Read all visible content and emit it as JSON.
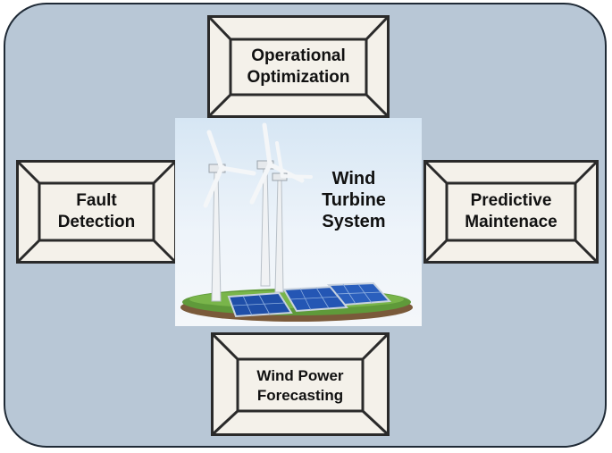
{
  "center": {
    "title_lines": [
      "Wind",
      "Turbine",
      "System"
    ]
  },
  "boxes": {
    "top": {
      "lines": [
        "Operational",
        "Optimization"
      ]
    },
    "left": {
      "lines": [
        "Fault",
        "Detection"
      ]
    },
    "right": {
      "lines": [
        "Predictive",
        "Maintenace"
      ]
    },
    "bottom": {
      "lines": [
        "Wind Power",
        "Forecasting"
      ]
    }
  },
  "colors": {
    "panel_background": "#b8c7d6",
    "box_fill": "#f4f1ea",
    "box_stroke": "#2a2a2a"
  }
}
